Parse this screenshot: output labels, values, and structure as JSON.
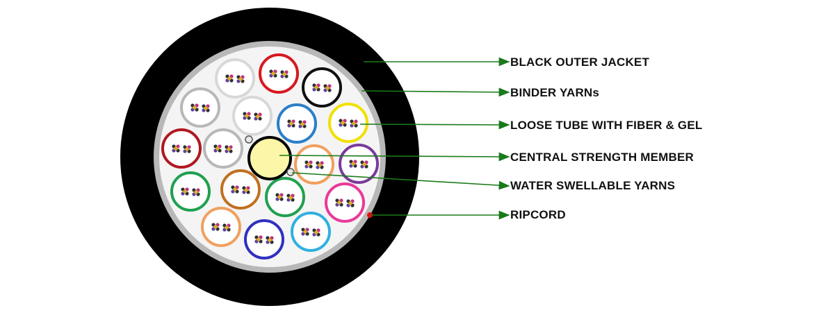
{
  "labels": {
    "outer_jacket": "BLACK OUTER JACKET",
    "binder_yarns": "BINDER YARNs",
    "loose_tube": "LOOSE TUBE WITH FIBER & GEL",
    "central_member": "CENTRAL STRENGTH MEMBER",
    "water_yarns": "WATER SWELLABLE YARNS",
    "ripcord": "RIPCORD"
  },
  "colors": {
    "jacket": "#000000",
    "binder_ring": "#b8b8b8",
    "filling": "#f4f4f4",
    "arrow": "#1a7a1a",
    "central_member": "#fbf6a8",
    "ripcord": "#e01010",
    "fiber_dark": "#303030",
    "fiber_accent": "#c03080"
  },
  "loose_tubes": [
    {
      "color": "#d8d8d8"
    },
    {
      "color": "#d81820"
    },
    {
      "color": "#101010"
    },
    {
      "color": "#b8b8b8"
    },
    {
      "color": "#d8d8d8"
    },
    {
      "color": "#2a7fc8"
    },
    {
      "color": "#f0e000"
    },
    {
      "color": "#b01820"
    },
    {
      "color": "#b8b8b8"
    },
    {
      "color": "#f0a060"
    },
    {
      "color": "#7a3a9a"
    },
    {
      "color": "#20a050"
    },
    {
      "color": "#c07020"
    },
    {
      "color": "#20a050"
    },
    {
      "color": "#e83a9a"
    },
    {
      "color": "#f0a060"
    },
    {
      "color": "#3030c0"
    },
    {
      "color": "#30b0e0"
    }
  ]
}
